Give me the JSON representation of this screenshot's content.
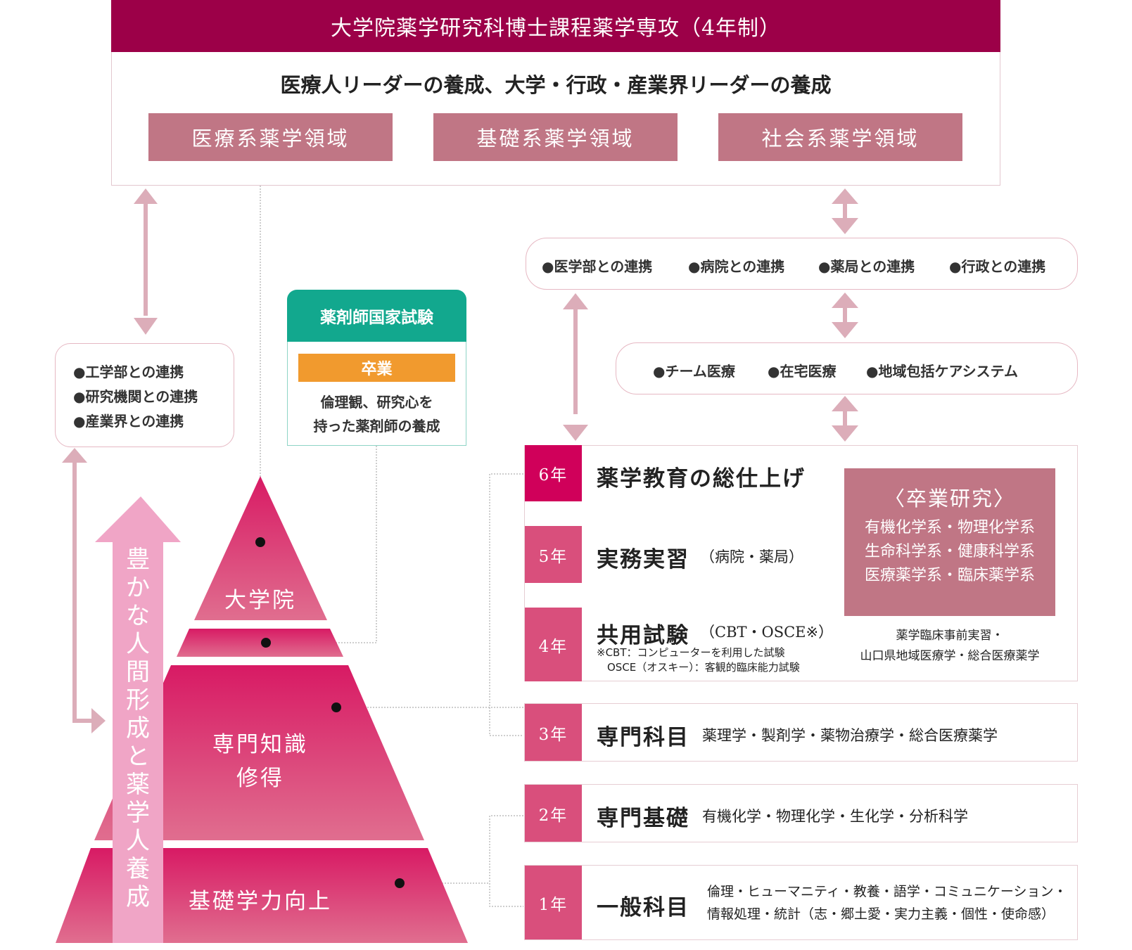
{
  "header": {
    "program_title": "大学院薬学研究科博士課程薬学専攻（4年制）",
    "subtitle": "医療人リーダーの養成、大学・行政・産業界リーダーの養成",
    "domains": [
      "医療系薬学領域",
      "基礎系薬学領域",
      "社会系薬学領域"
    ]
  },
  "cooperation_left": {
    "items": [
      "●工学部との連携",
      "●研究機関との連携",
      "●産業界との連携"
    ]
  },
  "cooperation_right_top": {
    "items": [
      "●医学部との連携",
      "●病院との連携",
      "●薬局との連携",
      "●行政との連携"
    ]
  },
  "cooperation_right_mid": {
    "items": [
      "●チーム医療",
      "●在宅医療",
      "●地域包括ケアシステム"
    ]
  },
  "exam": {
    "title": "薬剤師国家試験",
    "graduation": "卒業",
    "desc_line1": "倫理観、研究心を",
    "desc_line2": "持った薬剤師の養成"
  },
  "pyramid": {
    "top": "大学院",
    "middle_line1": "専門知識",
    "middle_line2": "修得",
    "bottom": "基礎学力向上",
    "arrow_text": "豊かな人間形成と薬学人養成"
  },
  "years": [
    {
      "label": "6年",
      "title": "薬学教育の総仕上げ",
      "detail": ""
    },
    {
      "label": "5年",
      "title": "実務実習",
      "detail": "（病院・薬局）"
    },
    {
      "label": "4年",
      "title": "共用試験",
      "detail": "（CBT・OSCE※）",
      "note1": "※CBT：コンピューターを利用した試験",
      "note2": "OSCE（オスキー）：客観的臨床能力試験"
    },
    {
      "label": "3年",
      "title": "専門科目",
      "detail": "薬理学・製剤学・薬物治療学・総合医療薬学"
    },
    {
      "label": "2年",
      "title": "専門基礎",
      "detail": "有機化学・物理化学・生化学・分析科学"
    },
    {
      "label": "1年",
      "title": "一般科目",
      "detail_line1": "倫理・ヒューマニティ・教養・語学・コミュニケーション・",
      "detail_line2": "情報処理・統計（志・郷土愛・実力主義・個性・使命感）"
    }
  ],
  "graduation_research": {
    "title": "〈卒業研究〉",
    "lines": [
      "有機化学系・物理化学系",
      "生命科学系・健康科学系",
      "医療薬学系・臨床薬学系"
    ],
    "pre_practice_line1": "薬学臨床事前実習・",
    "pre_practice_line2": "山口県地域医療学・総合医療薬学"
  },
  "colors": {
    "banner": "#9c0048",
    "domain": "#c07685",
    "exam_head": "#12a88e",
    "graduation": "#f19a2e",
    "year6": "#d0005a",
    "year_other": "#d94f7c",
    "research_box": "#c07685",
    "arrow_pink": "#f0a5c6",
    "connector": "#dcadb9"
  }
}
